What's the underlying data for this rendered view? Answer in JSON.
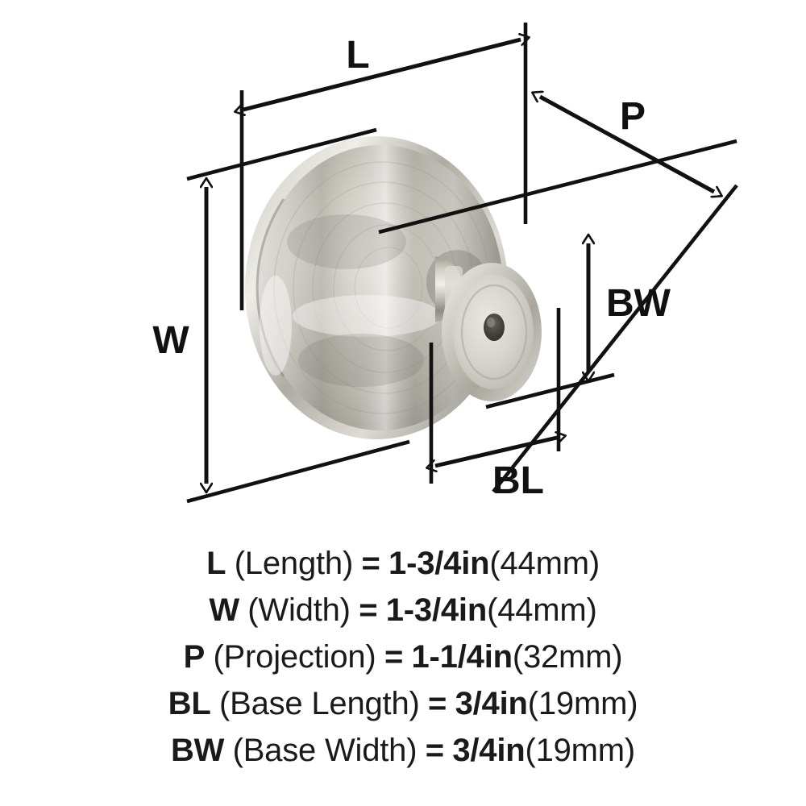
{
  "diagram": {
    "title": "Cabinet knob dimension diagram",
    "product_finish_color": "#b8b5ae",
    "line_color": "#111111",
    "background_color": "#ffffff",
    "dimension_marks": [
      {
        "key": "L",
        "label": "L",
        "orientation": "tilted-horizontal",
        "position": "top"
      },
      {
        "key": "P",
        "label": "P",
        "orientation": "diagonal",
        "position": "top-right"
      },
      {
        "key": "W",
        "label": "W",
        "orientation": "vertical",
        "position": "left"
      },
      {
        "key": "BW",
        "label": "BW",
        "orientation": "vertical",
        "position": "right"
      },
      {
        "key": "BL",
        "label": "BL",
        "orientation": "tilted-horizontal",
        "position": "bottom-right"
      }
    ]
  },
  "legend": {
    "rows": [
      {
        "abbr": "L",
        "name": "(Length)",
        "equals": "=",
        "value": "1-3/4in",
        "metric": "(44mm)"
      },
      {
        "abbr": "W",
        "name": "(Width)",
        "equals": "=",
        "value": "1-3/4in",
        "metric": "(44mm)"
      },
      {
        "abbr": "P",
        "name": "(Projection)",
        "equals": "=",
        "value": "1-1/4in",
        "metric": "(32mm)"
      },
      {
        "abbr": "BL",
        "name": "(Base Length)",
        "equals": "=",
        "value": "3/4in",
        "metric": "(19mm)"
      },
      {
        "abbr": "BW",
        "name": "(Base Width)",
        "equals": "=",
        "value": "3/4in",
        "metric": "(19mm)"
      }
    ]
  }
}
